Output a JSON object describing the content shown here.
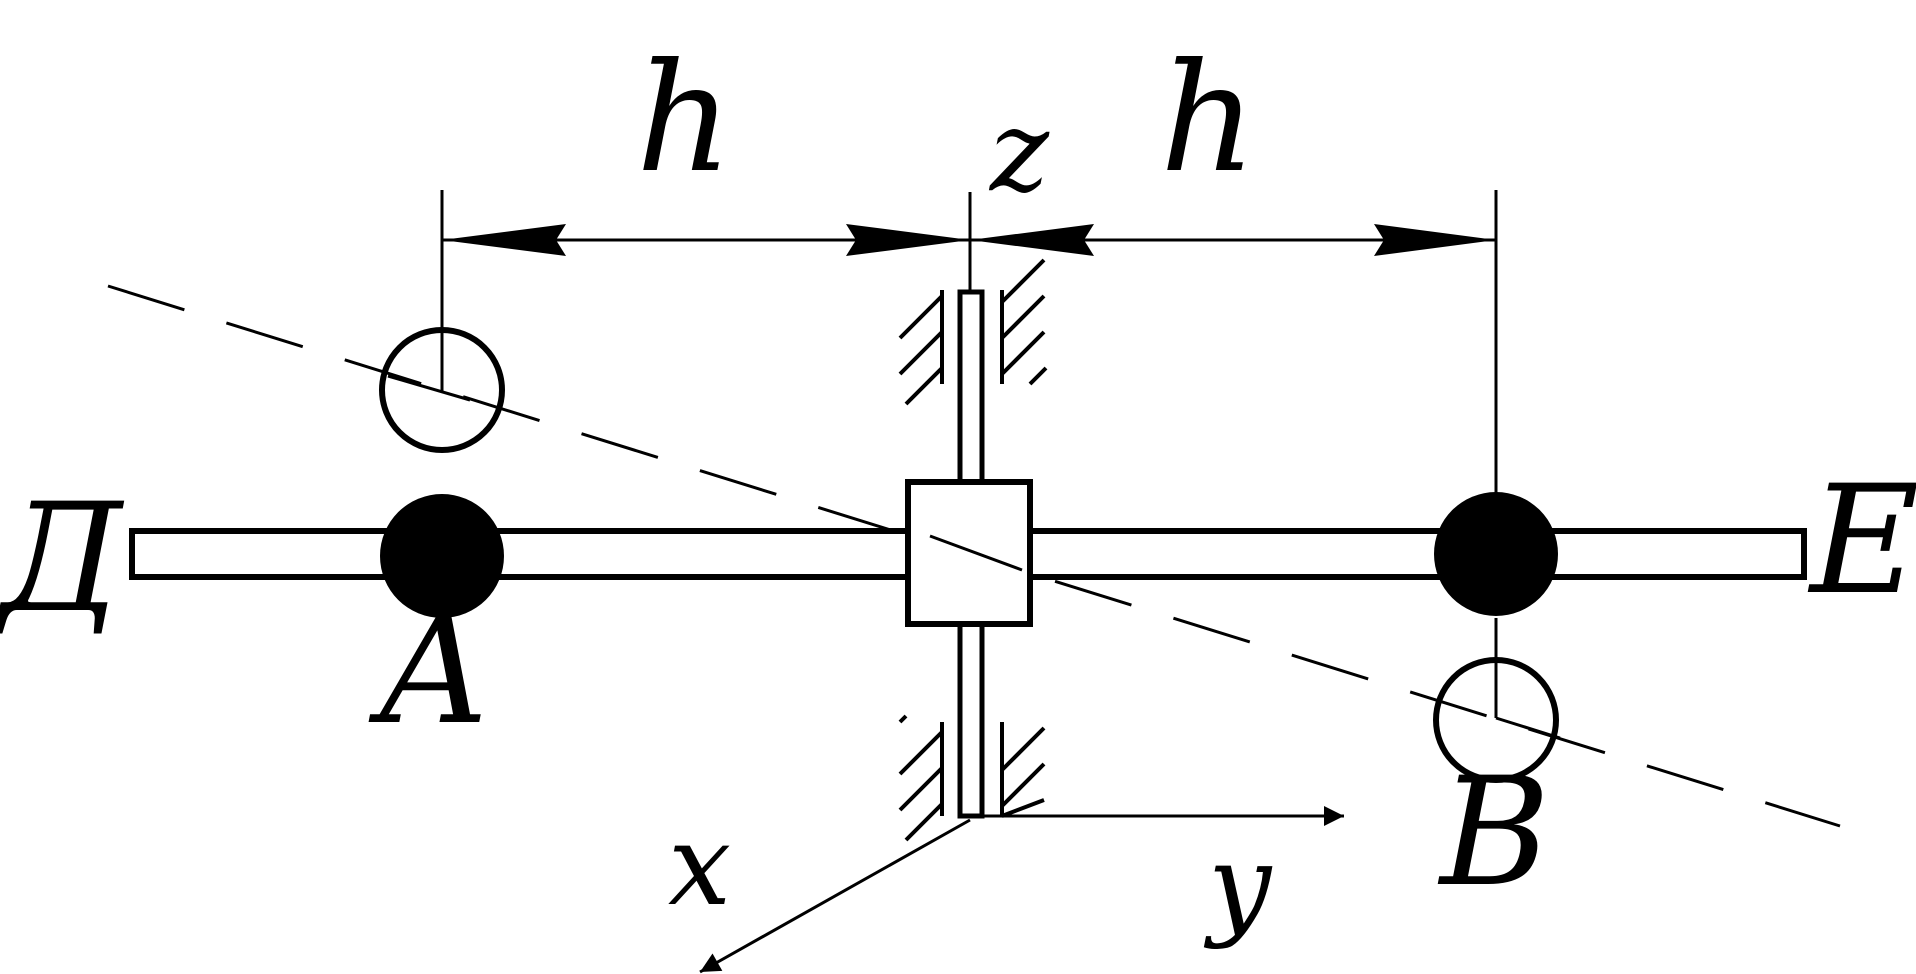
{
  "labels": {
    "h_left": "h",
    "h_right": "h",
    "z": "z",
    "x": "x",
    "y": "y",
    "A": "A",
    "B": "B",
    "D": "Д",
    "E": "E"
  },
  "colors": {
    "line": "#000000",
    "background": "#ffffff"
  }
}
